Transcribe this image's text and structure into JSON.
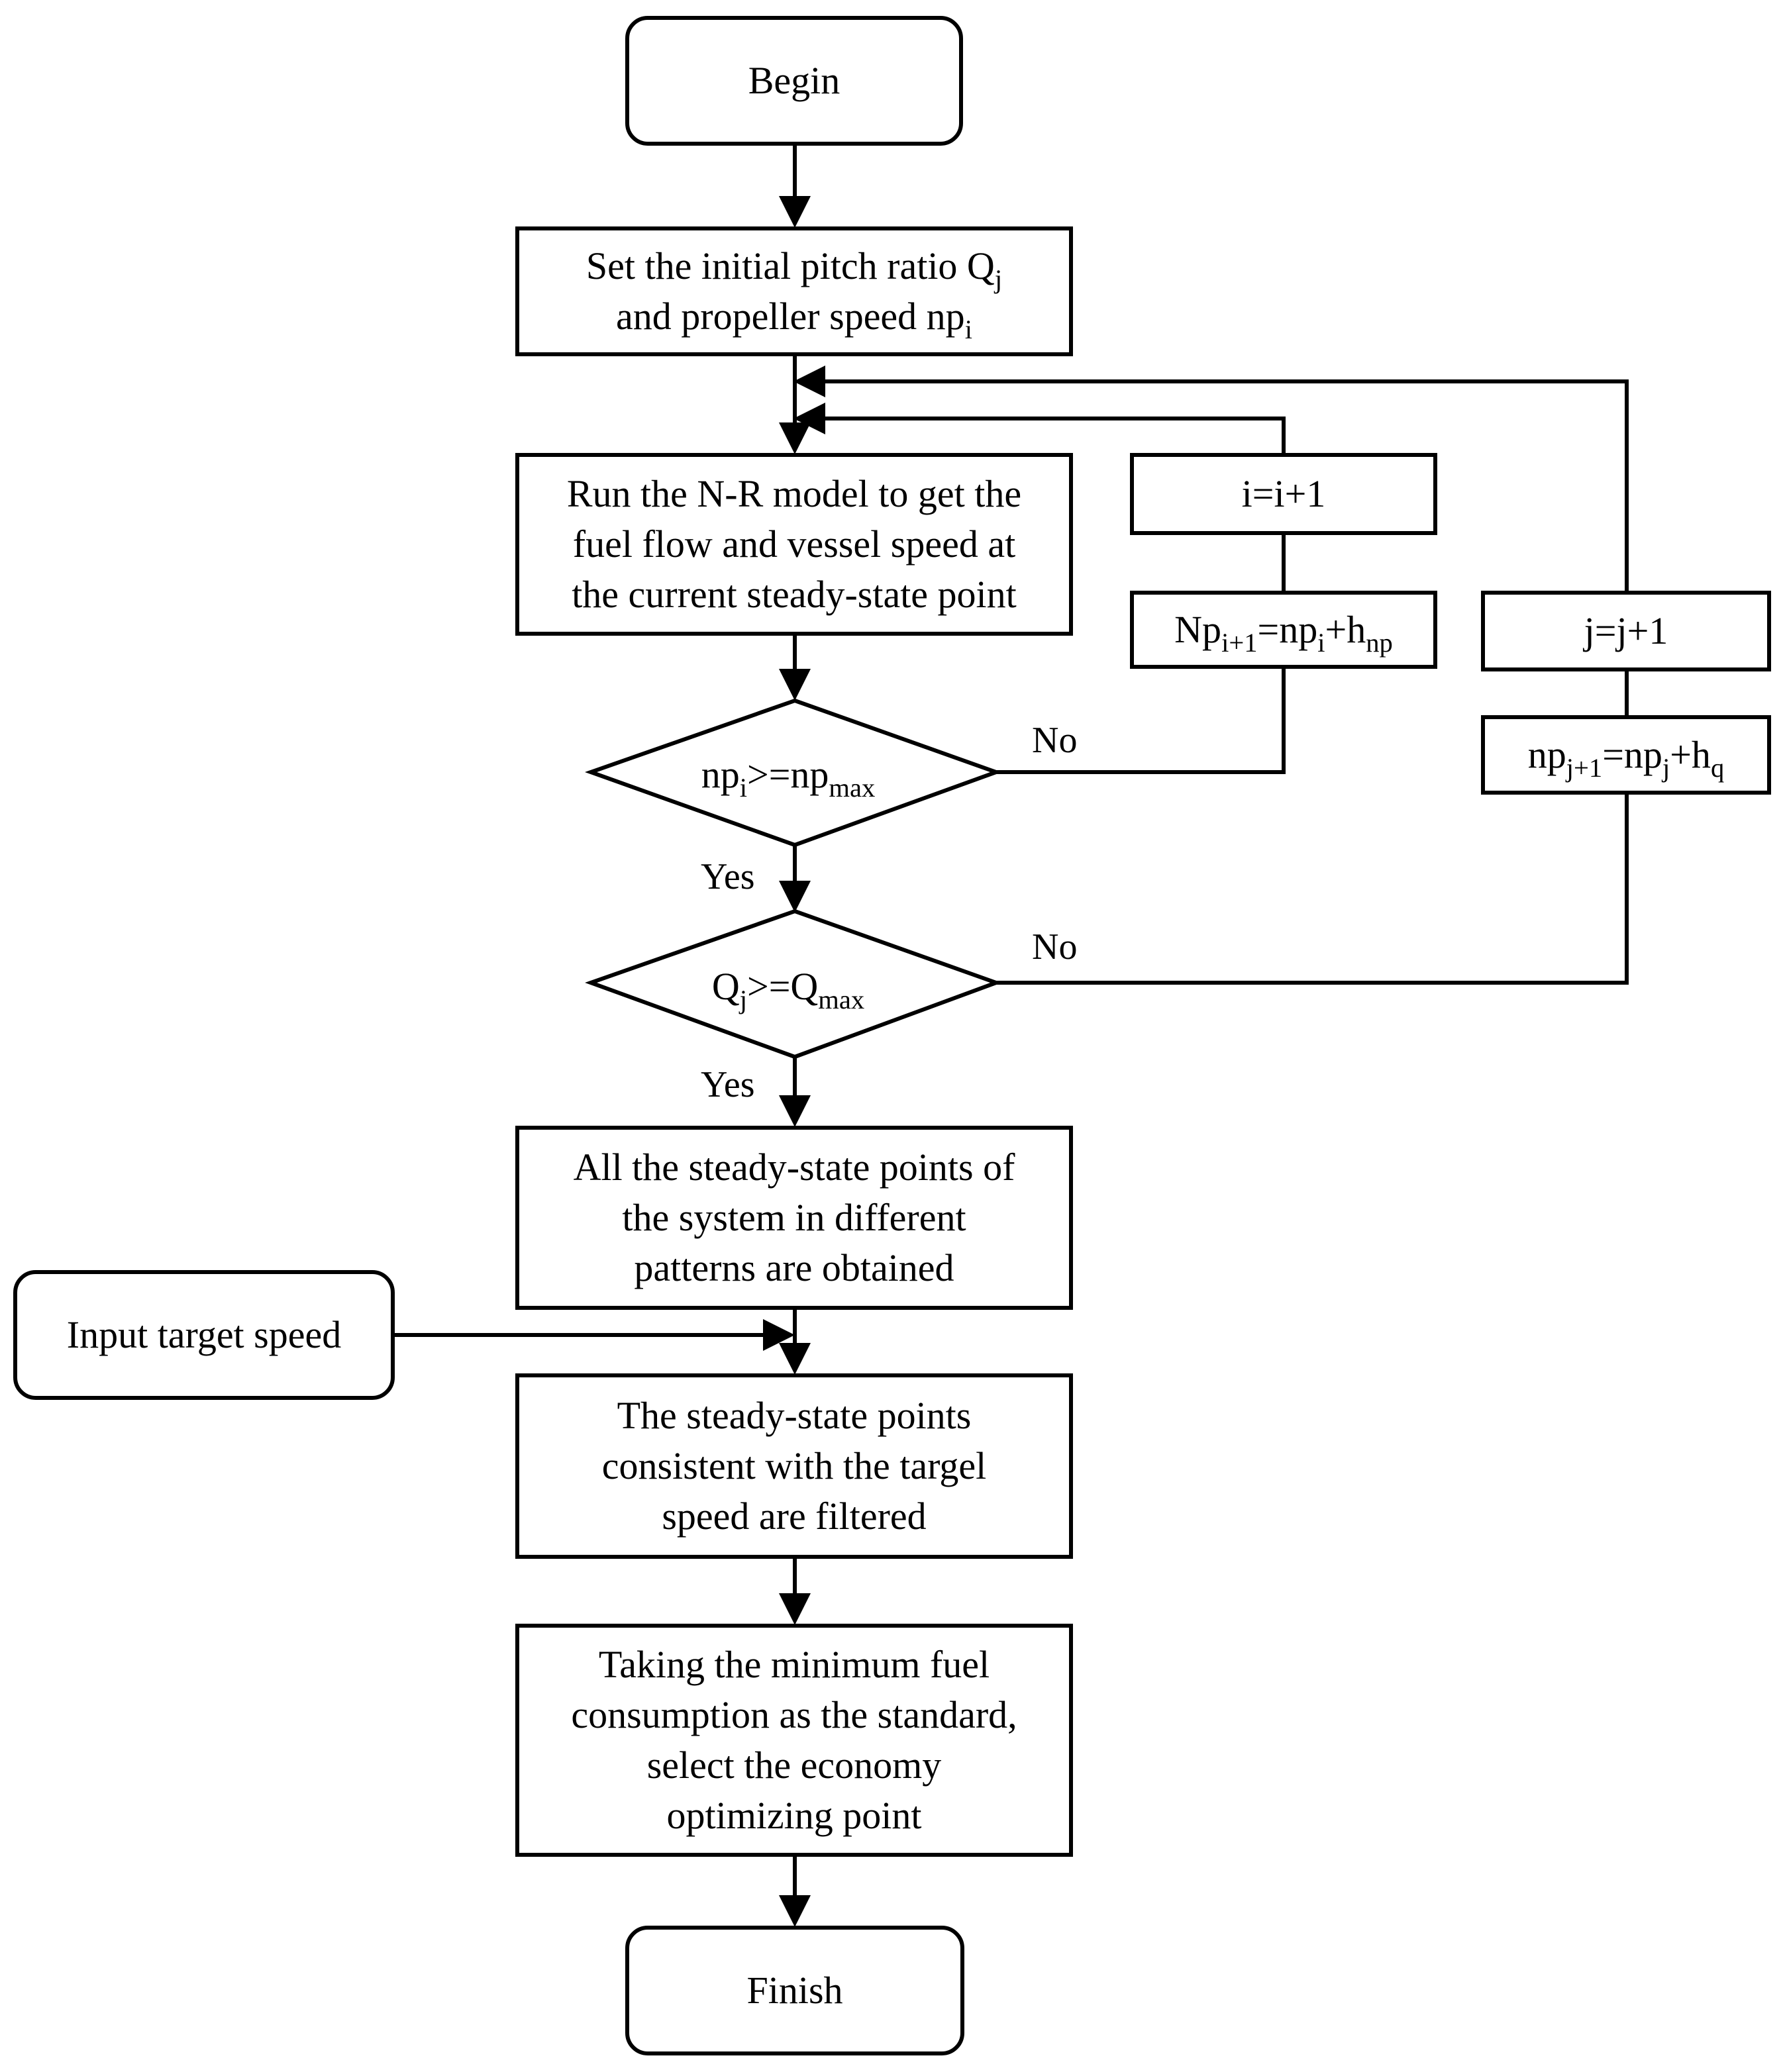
{
  "nodes": {
    "begin": "Begin",
    "init": [
      "Set the initial pitch ratio Q",
      "and propeller speed np"
    ],
    "run": [
      "Run the N-R model to get the",
      "fuel flow and vessel speed at",
      "the current steady-state point"
    ],
    "inc_i": "i=i+1",
    "upd_np": {
      "p1": "Np",
      "s1": "i+1",
      "p2": "=np",
      "s2": "i",
      "p3": "+h",
      "s3": "np"
    },
    "inc_j": "j=j+1",
    "upd_q": {
      "p1": "np",
      "s1": "j+1",
      "p2": "=np",
      "s2": "j",
      "p3": "+h",
      "s3": "q"
    },
    "cond_np": {
      "p1": "np",
      "s1": "i",
      "p2": ">=np",
      "s2": "max"
    },
    "cond_q": {
      "p1": "Q",
      "s1": "j",
      "p2": ">=Q",
      "s2": "max"
    },
    "obtained": [
      "All the steady-state points of",
      "the system in different",
      "patterns are obtained"
    ],
    "input": "Input target speed",
    "filtered": [
      "The steady-state points",
      "consistent with the targel",
      "speed are filtered"
    ],
    "select": [
      "Taking the minimum fuel",
      "consumption as the standard,",
      "select the economy",
      "optimizing point"
    ],
    "finish": "Finish"
  },
  "subscripts": {
    "init_q": "j",
    "init_np": "i"
  },
  "edge_labels": {
    "no1": "No",
    "yes1": "Yes",
    "no2": "No",
    "yes2": "Yes"
  }
}
